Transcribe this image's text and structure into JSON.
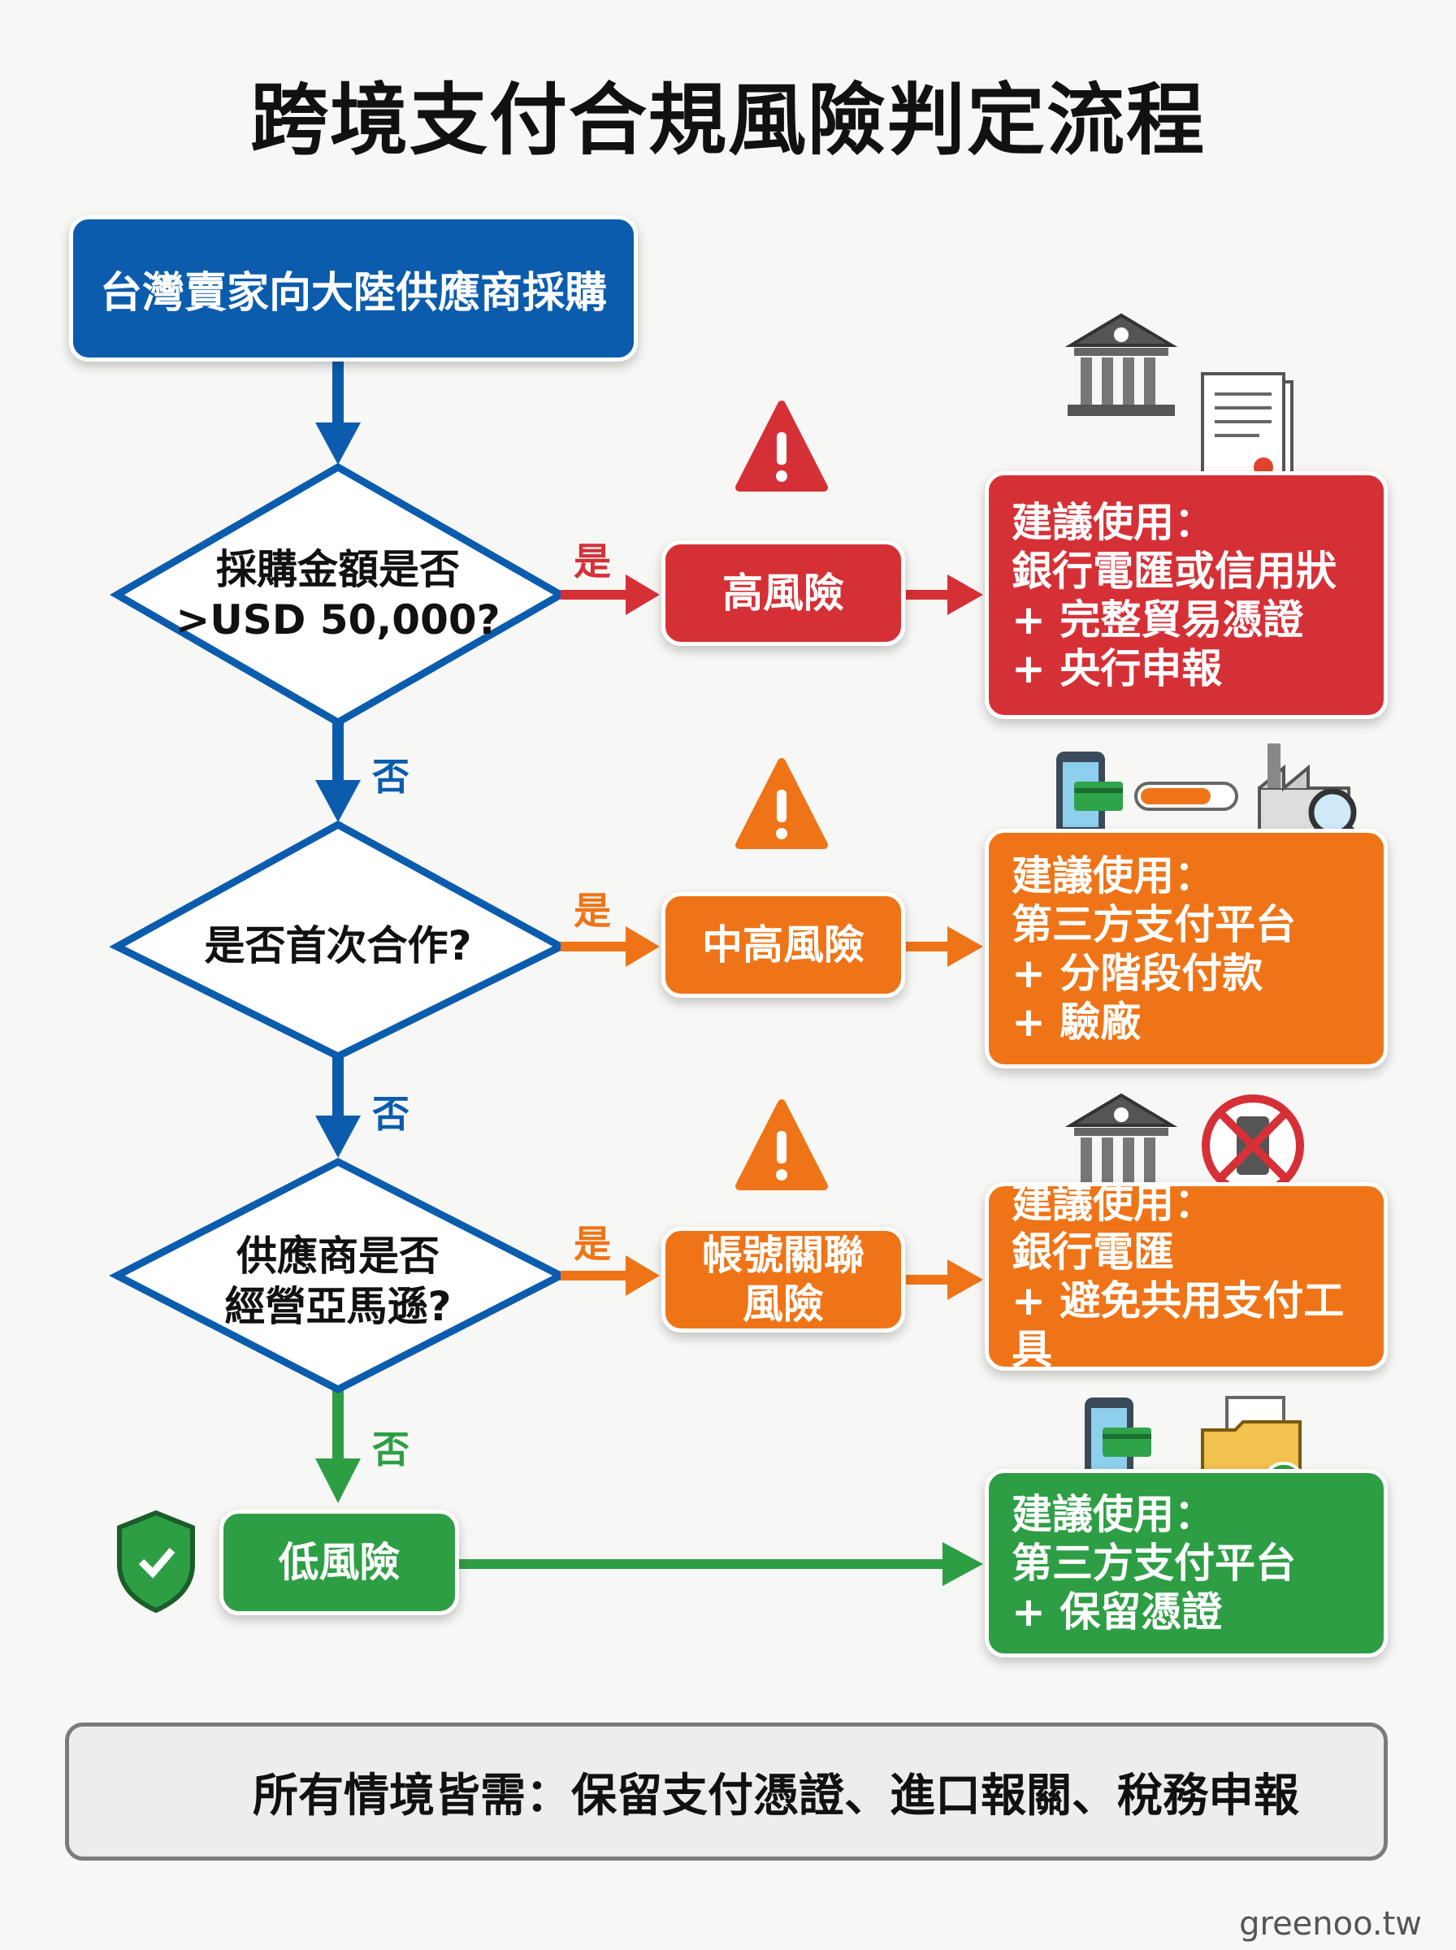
{
  "title": "跨境支付合規風險判定流程",
  "start": "台灣賣家向大陸供應商採購",
  "questions": [
    {
      "line1": "採購金額是否",
      "line2": ">USD 50,000?"
    },
    {
      "line1": "是否首次合作?",
      "line2": ""
    },
    {
      "line1": "供應商是否",
      "line2": "經營亞馬遜?"
    }
  ],
  "yes_label": "是",
  "no_label": "否",
  "risks": [
    {
      "line1": "高風險",
      "line2": "",
      "color": "#d63037"
    },
    {
      "line1": "中高風險",
      "line2": "",
      "color": "#ef7417"
    },
    {
      "line1": "帳號關聯",
      "line2": "風險",
      "color": "#ef7417"
    },
    {
      "line1": "低風險",
      "line2": "",
      "color": "#2e9e45"
    }
  ],
  "advice": [
    {
      "lines": [
        "建議使用：",
        "銀行電匯或信用狀",
        "+ 完整貿易憑證",
        "+ 央行申報"
      ]
    },
    {
      "lines": [
        "建議使用：",
        "第三方支付平台",
        "+ 分階段付款",
        "+ 驗廠"
      ]
    },
    {
      "lines": [
        "建議使用：",
        "銀行電匯",
        "+ 避免共用支付工具"
      ]
    },
    {
      "lines": [
        "建議使用：",
        "第三方支付平台",
        "+ 保留憑證"
      ]
    }
  ],
  "footer": "所有情境皆需：保留支付憑證、進口報關、稅務申報",
  "watermark": "greenoo.tw",
  "colors": {
    "blue": "#0b5cad",
    "red": "#d63037",
    "orange": "#ef7417",
    "green": "#2e9e45",
    "yellow": "#f6c21c"
  },
  "icons": [
    "bank-icon",
    "document-icon",
    "phone-card-icon",
    "progress-bar-icon",
    "factory-inspect-icon",
    "no-phone-icon",
    "folder-check-icon",
    "shield-check-icon",
    "warning-icon"
  ]
}
